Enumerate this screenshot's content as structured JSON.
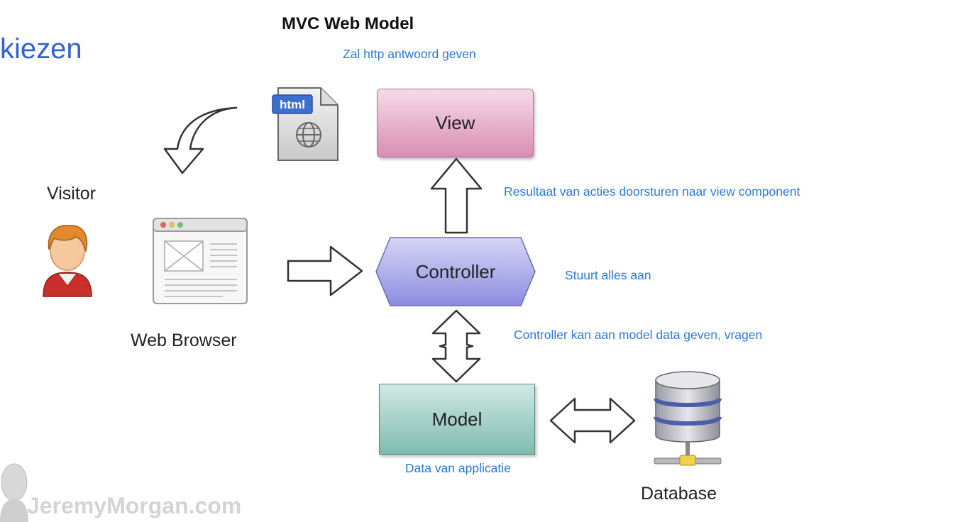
{
  "title": "MVC Web Model",
  "heading_fragment": "kiezen",
  "components": {
    "view": "View",
    "controller": "Controller",
    "model": "Model",
    "visitor": "Visitor",
    "web_browser": "Web Browser",
    "database": "Database",
    "html_doc": "html"
  },
  "annotations": {
    "view_note": "Zal http antwoord geven",
    "results_note": "Resultaat van acties doorsturen naar view component",
    "controller_note": "Stuurt alles aan",
    "controller_model_note": "Controller kan aan model data geven, vragen",
    "model_note": "Data van applicatie"
  },
  "watermark": "JeremyMorgan.com",
  "colors": {
    "annotation": "#2a7ae0",
    "heading": "#2f63d6",
    "view_fill": "#e3a9c7",
    "controller_fill": "#9a9ae6",
    "model_fill": "#8fc6bb"
  }
}
